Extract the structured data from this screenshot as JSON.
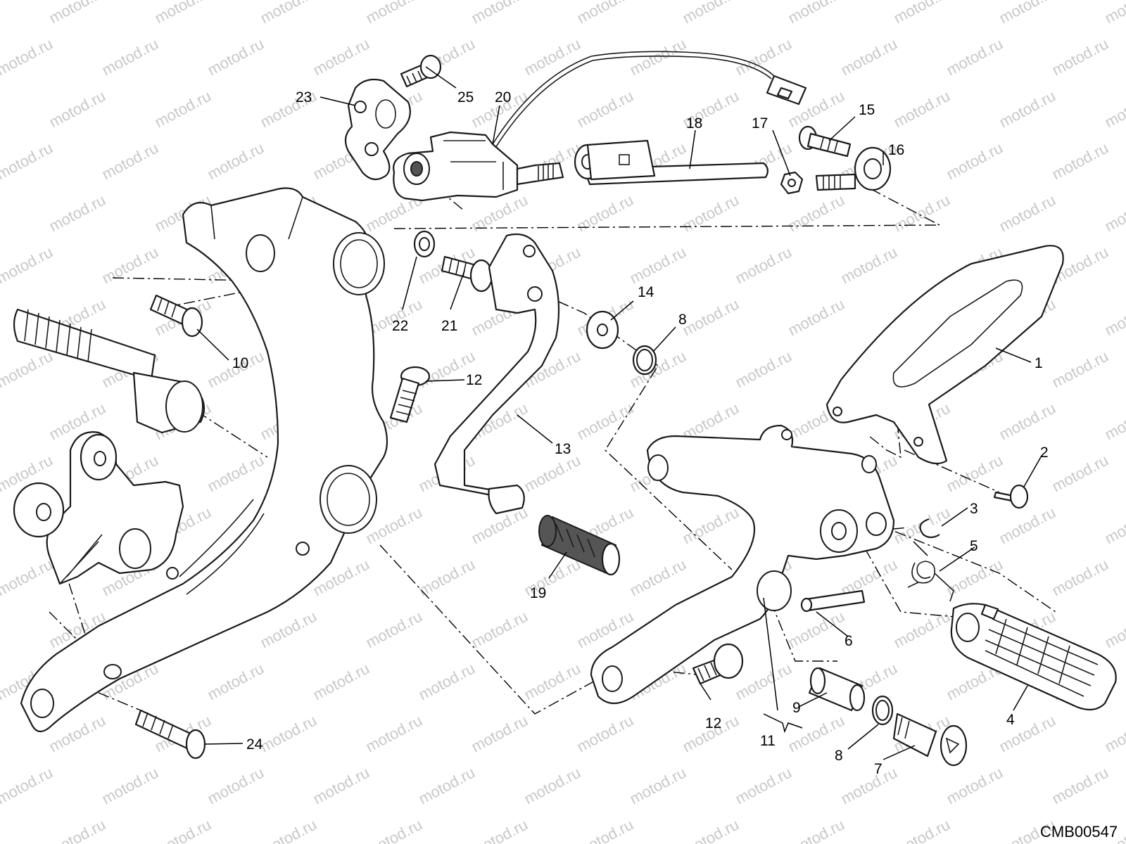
{
  "watermark": "motod.ru",
  "drawing_code": "CMB00547",
  "callouts": [
    "1",
    "2",
    "3",
    "4",
    "5",
    "6",
    "7",
    "8",
    "8",
    "9",
    "10",
    "11",
    "12",
    "12",
    "13",
    "14",
    "15",
    "16",
    "17",
    "18",
    "19",
    "20",
    "21",
    "22",
    "23",
    "24",
    "25"
  ],
  "colors": {
    "line": "#1a1a1a",
    "watermark": "#c8c8c8",
    "background": "#ffffff"
  }
}
